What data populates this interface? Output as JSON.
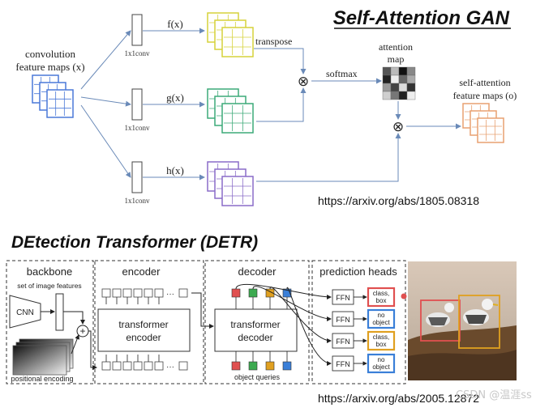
{
  "sagan": {
    "title": "Self-Attention GAN",
    "input_label_line1": "convolution",
    "input_label_line2": "feature maps (x)",
    "conv_label": "1x1conv",
    "f_label": "f(x)",
    "g_label": "g(x)",
    "h_label": "h(x)",
    "transpose_label": "transpose",
    "softmax_label": "softmax",
    "attention_label_line1": "attention",
    "attention_label_line2": "map",
    "output_label_line1": "self-attention",
    "output_label_line2": "feature maps (o)",
    "multiply_symbol": "⊗",
    "url": "https://arxiv.org/abs/1805.08318",
    "colors": {
      "input": "#4a78d8",
      "f": "#d6d23a",
      "g": "#3caa78",
      "h": "#8a6cc8",
      "output": "#e8a070"
    }
  },
  "detr": {
    "title": "DEtection Transformer (DETR)",
    "backbone_label": "backbone",
    "image_features_label": "set of image features",
    "cnn_label": "CNN",
    "positional_encoding_label": "positional encoding",
    "plus_symbol": "+",
    "encoder_label": "encoder",
    "encoder_block_line1": "transformer",
    "encoder_block_line2": "encoder",
    "dots": "···",
    "decoder_label": "decoder",
    "decoder_block_line1": "transformer",
    "decoder_block_line2": "decoder",
    "object_queries_label": "object queries",
    "prediction_heads_label": "prediction heads",
    "ffn_label": "FFN",
    "outputs": [
      {
        "line1": "class,",
        "line2": "box",
        "color": "#e05050"
      },
      {
        "line1": "no",
        "line2": "object",
        "color": "#3a7fd8"
      },
      {
        "line1": "class,",
        "line2": "box",
        "color": "#e0a020"
      },
      {
        "line1": "no",
        "line2": "object",
        "color": "#3a7fd8"
      }
    ],
    "query_colors": [
      "#e05050",
      "#3caa50",
      "#e0a020",
      "#3a7fd8"
    ],
    "url": "https://arxiv.org/abs/2005.12872",
    "watermark": "CSDN @温涯ss"
  }
}
